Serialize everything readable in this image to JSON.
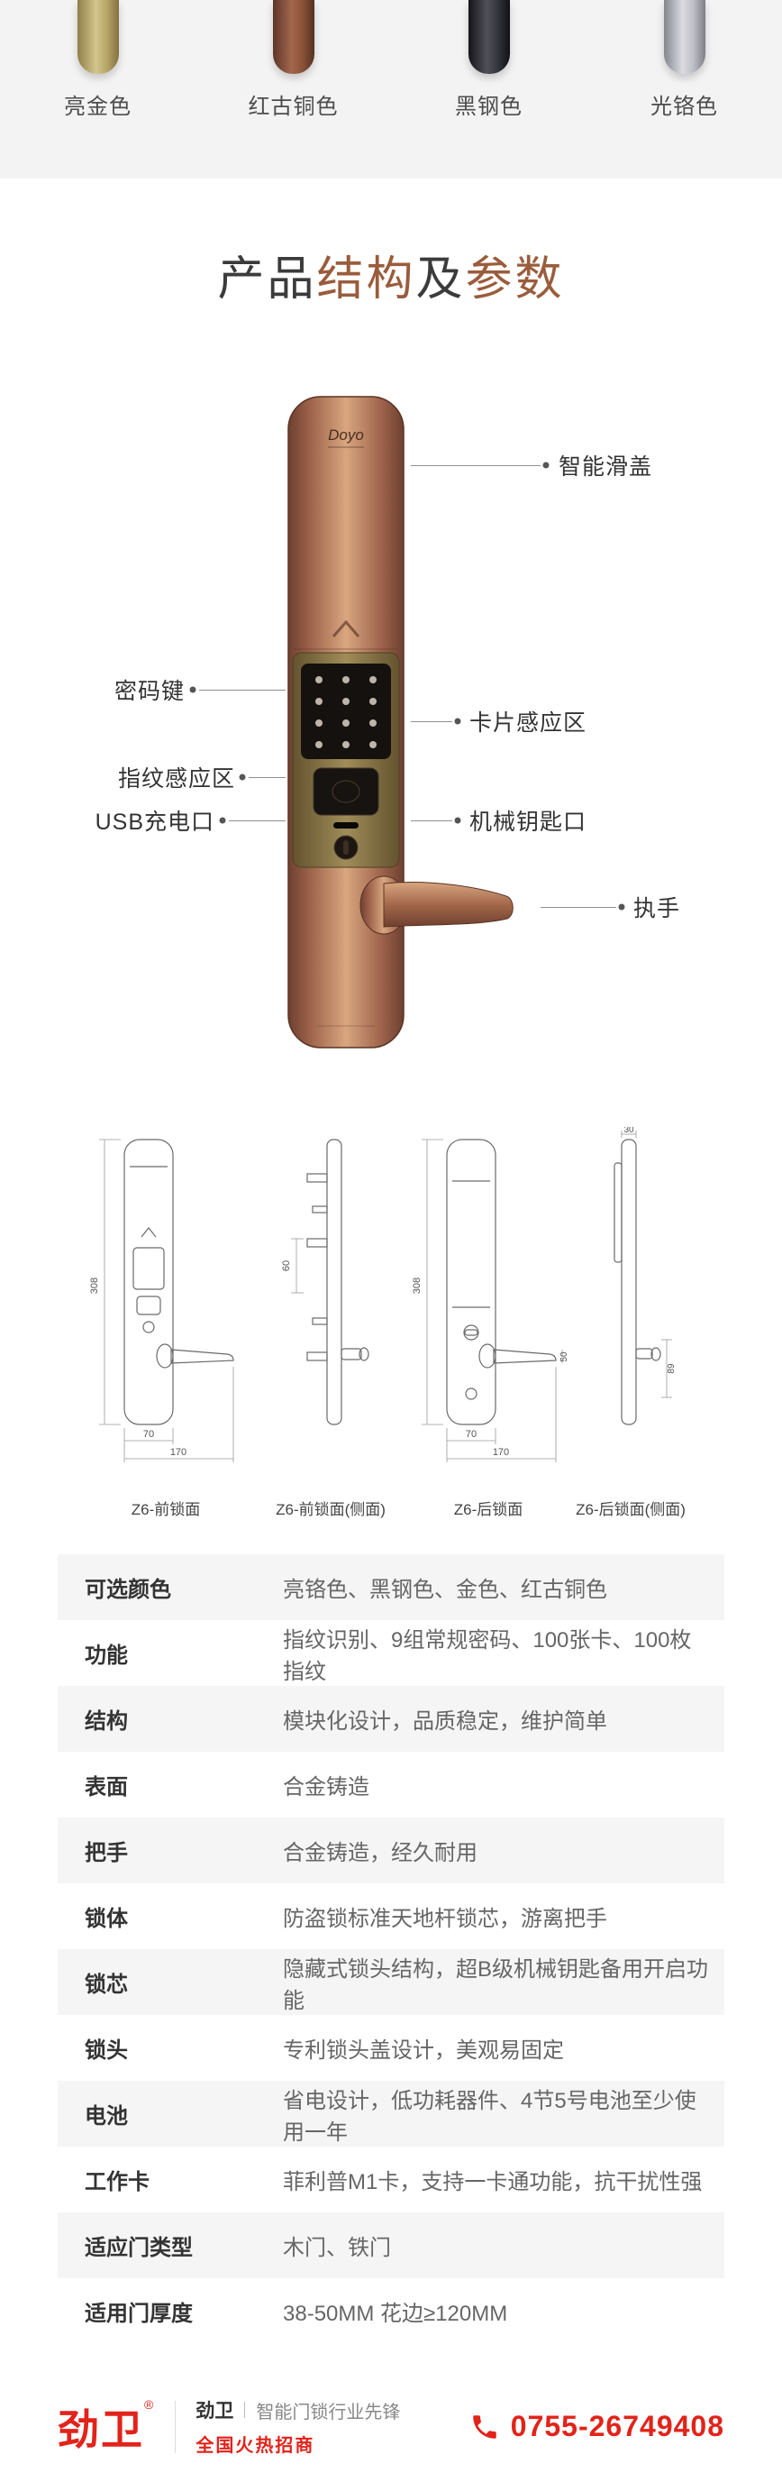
{
  "colors": {
    "accent_brown": "#9a5c3c",
    "brand_red": "#e2231a",
    "copper_body": "#b97c5a",
    "swatch_gold": "#b5a366",
    "swatch_copper": "#8a5138",
    "swatch_black": "#26262c",
    "swatch_chrome": "#bcbcc4"
  },
  "swatches": {
    "items": [
      {
        "label": "亮金色",
        "color": "#b5a366"
      },
      {
        "label": "红古铜色",
        "color": "#8a5138"
      },
      {
        "label": "黑钢色",
        "color": "#26262c"
      },
      {
        "label": "光铬色",
        "color": "#bcbcc4"
      }
    ]
  },
  "title": {
    "part1": "产品",
    "part2": "结构",
    "part3": "及",
    "part4": "参数"
  },
  "lock": {
    "brand": "Doyo",
    "callouts": {
      "slide_cover": "智能滑盖",
      "keypad": "密码键",
      "card_zone": "卡片感应区",
      "fingerprint_zone": "指纹感应区",
      "usb_port": "USB充电口",
      "key_hole": "机械钥匙口",
      "handle": "执手"
    }
  },
  "drawings": {
    "items": [
      {
        "label": "Z6-前锁面",
        "dims": {
          "height": "308",
          "width": "70",
          "total_width": "170"
        }
      },
      {
        "label": "Z6-前锁面(侧面)",
        "dims": {
          "depth": "60"
        }
      },
      {
        "label": "Z6-后锁面",
        "dims": {
          "height": "308",
          "width": "70",
          "total_width": "170",
          "handle": "50"
        }
      },
      {
        "label": "Z6-后锁面(侧面)",
        "dims": {
          "depth": "89",
          "knob": "30"
        }
      }
    ]
  },
  "spec_table": {
    "rows": [
      {
        "label": "可选颜色",
        "value": "亮铬色、黑钢色、金色、红古铜色"
      },
      {
        "label": "功能",
        "value": "指纹识别、9组常规密码、100张卡、100枚指纹"
      },
      {
        "label": "结构",
        "value": "模块化设计，品质稳定，维护简单"
      },
      {
        "label": "表面",
        "value": "合金铸造"
      },
      {
        "label": "把手",
        "value": "合金铸造，经久耐用"
      },
      {
        "label": "锁体",
        "value": "防盗锁标准天地杆锁芯，游离把手"
      },
      {
        "label": "锁芯",
        "value": "隐藏式锁头结构，超B级机械钥匙备用开启功能"
      },
      {
        "label": "锁头",
        "value": "专利锁头盖设计，美观易固定"
      },
      {
        "label": "电池",
        "value": "省电设计，低功耗器件、4节5号电池至少使用一年"
      },
      {
        "label": "工作卡",
        "value": "菲利普M1卡，支持一卡通功能，抗干扰性强"
      },
      {
        "label": "适应门类型",
        "value": "木门、铁门"
      },
      {
        "label": "适用门厚度",
        "value": "38-50MM  花边≥120MM"
      }
    ]
  },
  "footer": {
    "logo": "劲卫",
    "reg_mark": "®",
    "brand_name": "劲卫",
    "tagline": "智能门锁行业先锋",
    "promo": "全国火热招商",
    "phone": "0755-26749408"
  }
}
